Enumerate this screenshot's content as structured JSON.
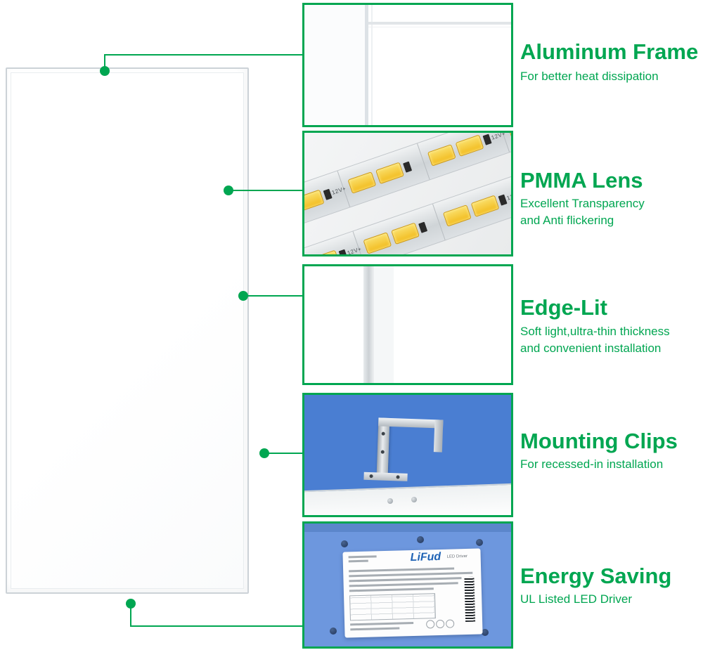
{
  "colors": {
    "accent_green": "#00A651",
    "clip_box_blue": "#4A7ED2",
    "driver_box_blue": "#6D97DE",
    "led_yellow": "#F2BB1D",
    "brand_blue": "#1F63B5"
  },
  "features": [
    {
      "id": "aluminum-frame",
      "title": "Aluminum Frame",
      "lines": [
        "For better heat dissipation"
      ]
    },
    {
      "id": "pmma-lens",
      "title": "PMMA Lens",
      "lines": [
        "Excellent Transparency",
        "and Anti flickering"
      ]
    },
    {
      "id": "edge-lit",
      "title": "Edge-Lit",
      "lines": [
        "Soft light,ultra-thin thickness",
        "and convenient installation"
      ]
    },
    {
      "id": "mounting-clips",
      "title": "Mounting Clips",
      "lines": [
        "For recessed-in installation"
      ]
    },
    {
      "id": "energy-saving",
      "title": "Energy Saving",
      "lines": [
        "UL Listed LED Driver"
      ]
    }
  ],
  "led_strip": {
    "voltage_label": "12V+"
  },
  "driver_label": {
    "brand": "LiFud",
    "type": "LED Driver"
  }
}
